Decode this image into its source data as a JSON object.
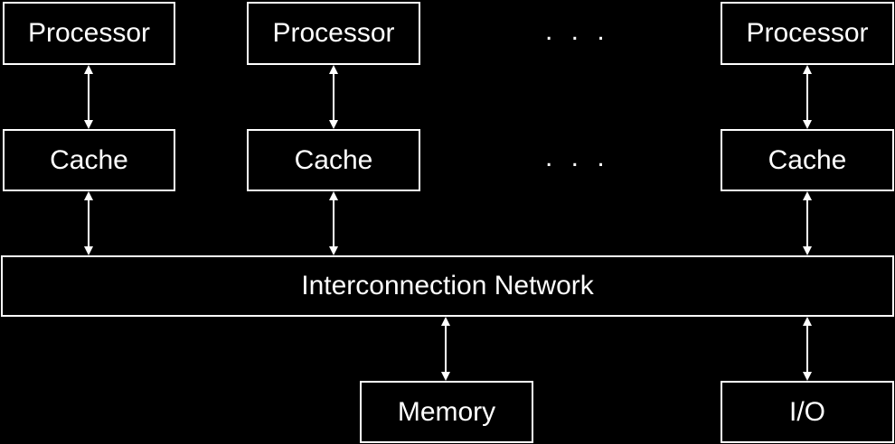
{
  "colors": {
    "background": "#000000",
    "foreground": "#ffffff"
  },
  "processors": [
    "Processor",
    "Processor",
    "Processor"
  ],
  "caches": [
    "Cache",
    "Cache",
    "Cache"
  ],
  "ellipsis": ". . .",
  "network": "Interconnection Network",
  "memory": "Memory",
  "io": "I/O"
}
